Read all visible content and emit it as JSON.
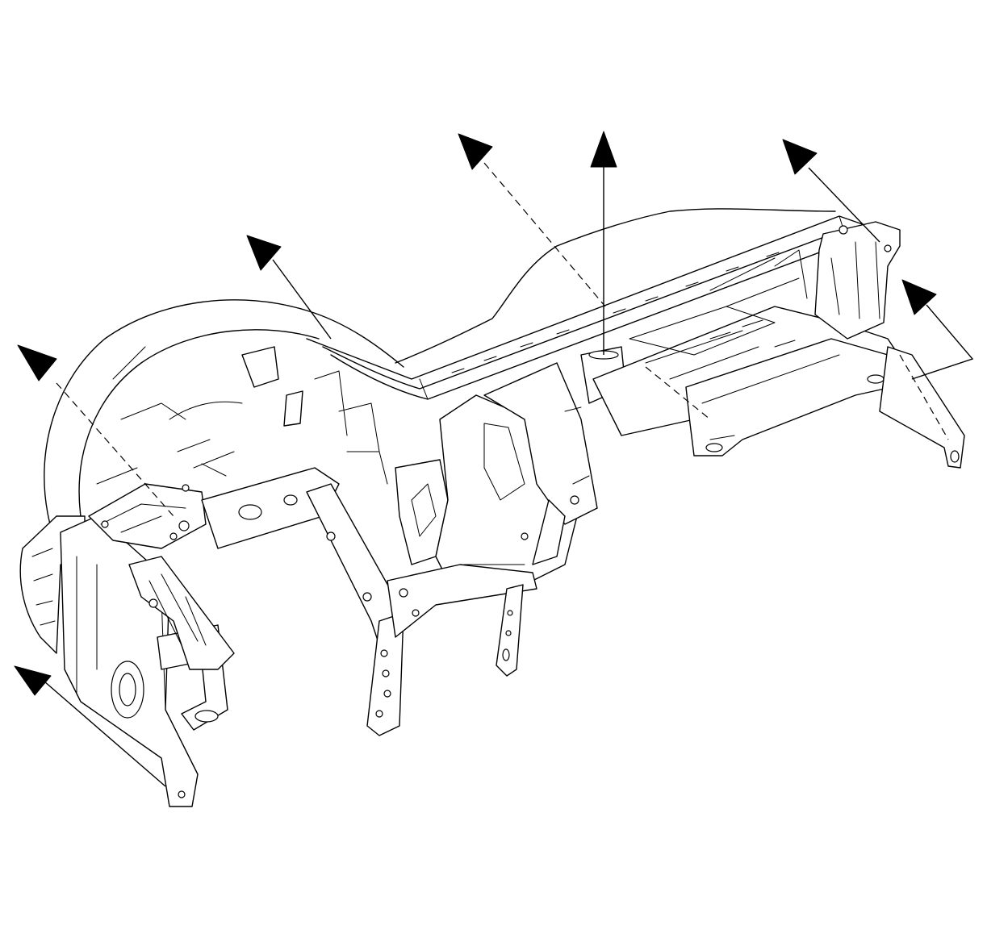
{
  "diagram": {
    "subject": "instrument-panel-carrier-assembly",
    "style": "black line-art exploded view",
    "stroke_color": "#000000",
    "background_color": "#ffffff",
    "direction_arrow_count": 7,
    "direction_arrows": [
      {
        "id": "arrow-left-upper",
        "line_style": "dashed"
      },
      {
        "id": "arrow-left-lower",
        "line_style": "solid"
      },
      {
        "id": "arrow-upper-left-center",
        "line_style": "solid"
      },
      {
        "id": "arrow-top-center-left",
        "line_style": "dashed"
      },
      {
        "id": "arrow-top-center",
        "line_style": "solid"
      },
      {
        "id": "arrow-top-right",
        "line_style": "solid"
      },
      {
        "id": "arrow-right",
        "line_style": "solid"
      }
    ]
  }
}
